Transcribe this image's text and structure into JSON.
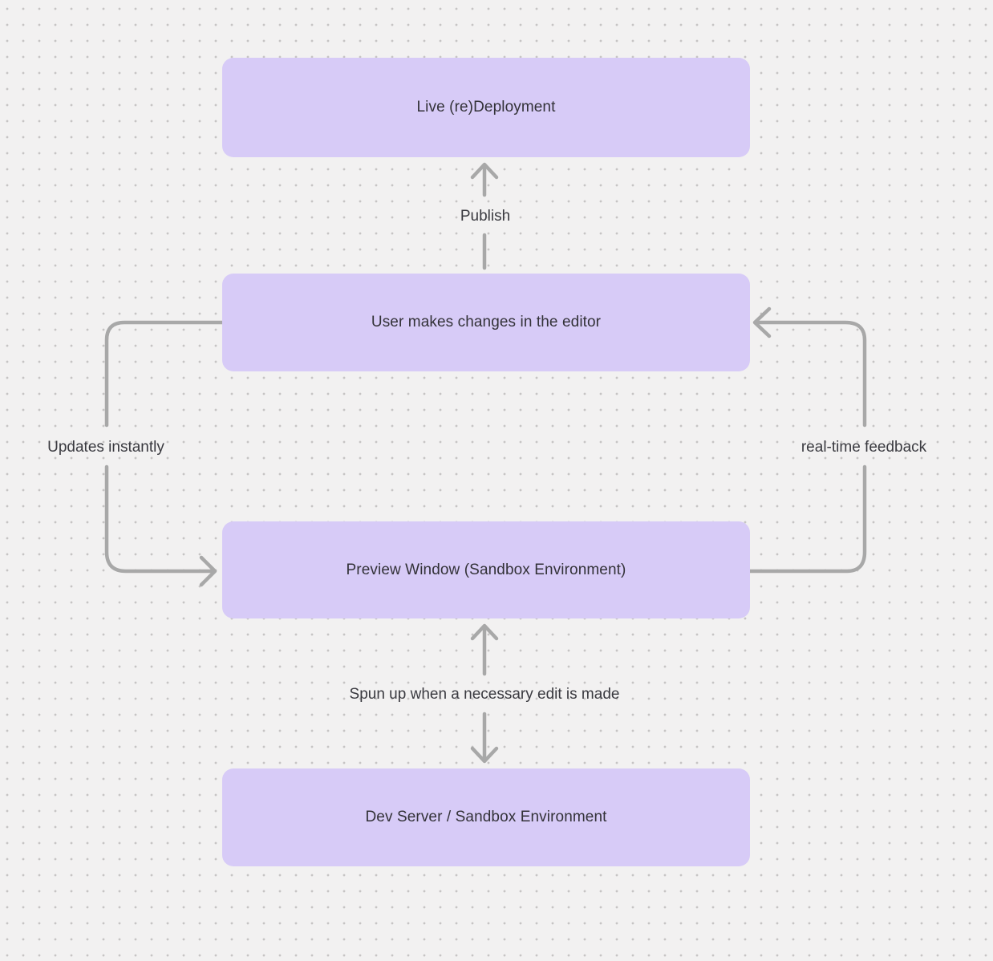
{
  "canvas": {
    "background_color": "#f2f1f1",
    "dot_color": "#c6c4c4"
  },
  "diagram": {
    "nodes": [
      {
        "id": "live-redeployment",
        "label": "Live (re)Deployment"
      },
      {
        "id": "user-editor",
        "label": "User makes changes in the editor"
      },
      {
        "id": "preview-window",
        "label": "Preview Window (Sandbox Environment)"
      },
      {
        "id": "dev-server",
        "label": "Dev Server / Sandbox Environment"
      }
    ],
    "edges": [
      {
        "id": "publish",
        "label": "Publish",
        "from": "user-editor",
        "to": "live-redeployment",
        "direction": "up"
      },
      {
        "id": "updates-instantly",
        "label": "Updates instantly",
        "from": "user-editor",
        "to": "preview-window",
        "direction": "left-side-down"
      },
      {
        "id": "real-time-feedback",
        "label": "real-time feedback",
        "from": "preview-window",
        "to": "user-editor",
        "direction": "right-side-up"
      },
      {
        "id": "spun-up",
        "label": "Spun up when a necessary edit is made",
        "from": "preview-window",
        "to": "dev-server",
        "direction": "both"
      }
    ],
    "colors": {
      "node_fill": "#d7cbf7",
      "node_text": "#333238",
      "connector": "#a8a8a8",
      "label_text": "#3a3a40"
    }
  }
}
